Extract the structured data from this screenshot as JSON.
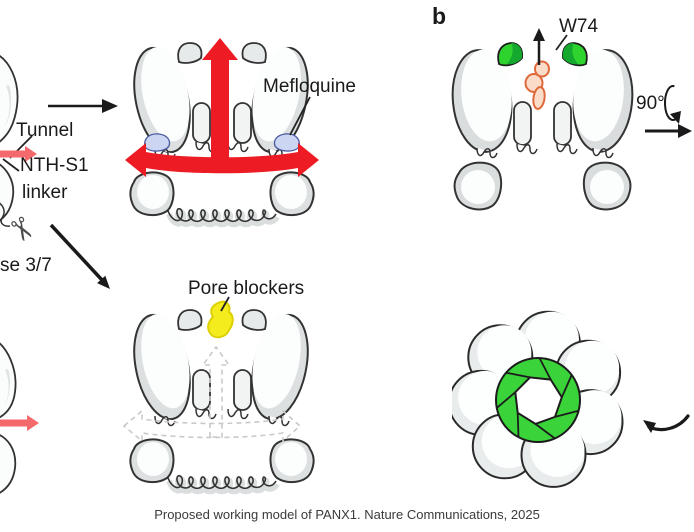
{
  "figure": {
    "caption": "Proposed working model of PANX1. Nature Communications, 2025"
  },
  "panel_a": {
    "labels": {
      "tunnel": "Tunnel",
      "nth_s1_line1": "NTH-S1",
      "nth_s1_line2": "linker",
      "caspase": "se 3/7",
      "mefloquine": "Mefloquine",
      "pore_blockers": "Pore blockers"
    }
  },
  "panel_b": {
    "letter": "b",
    "labels": {
      "w74": "W74",
      "rotation_angle": "90°"
    }
  },
  "colors": {
    "ion_flux_arrow": "#ed1c24",
    "tunnel_flux_arrow": "#f4696b",
    "mefloquine_site": "#ccd6f2",
    "mefloquine_site_outline": "#4a5aa0",
    "w74_residue": "#2ed32e",
    "w74_residue_shade": "#14a82e",
    "pore_blocker": "#f5ec1e",
    "pore_blocker_outline": "#ddd000",
    "atp_fill": "#fadcc9",
    "atp_outline": "#e0693c",
    "iris_green": "#3ad43a",
    "iris_green_dark": "#12a330"
  }
}
